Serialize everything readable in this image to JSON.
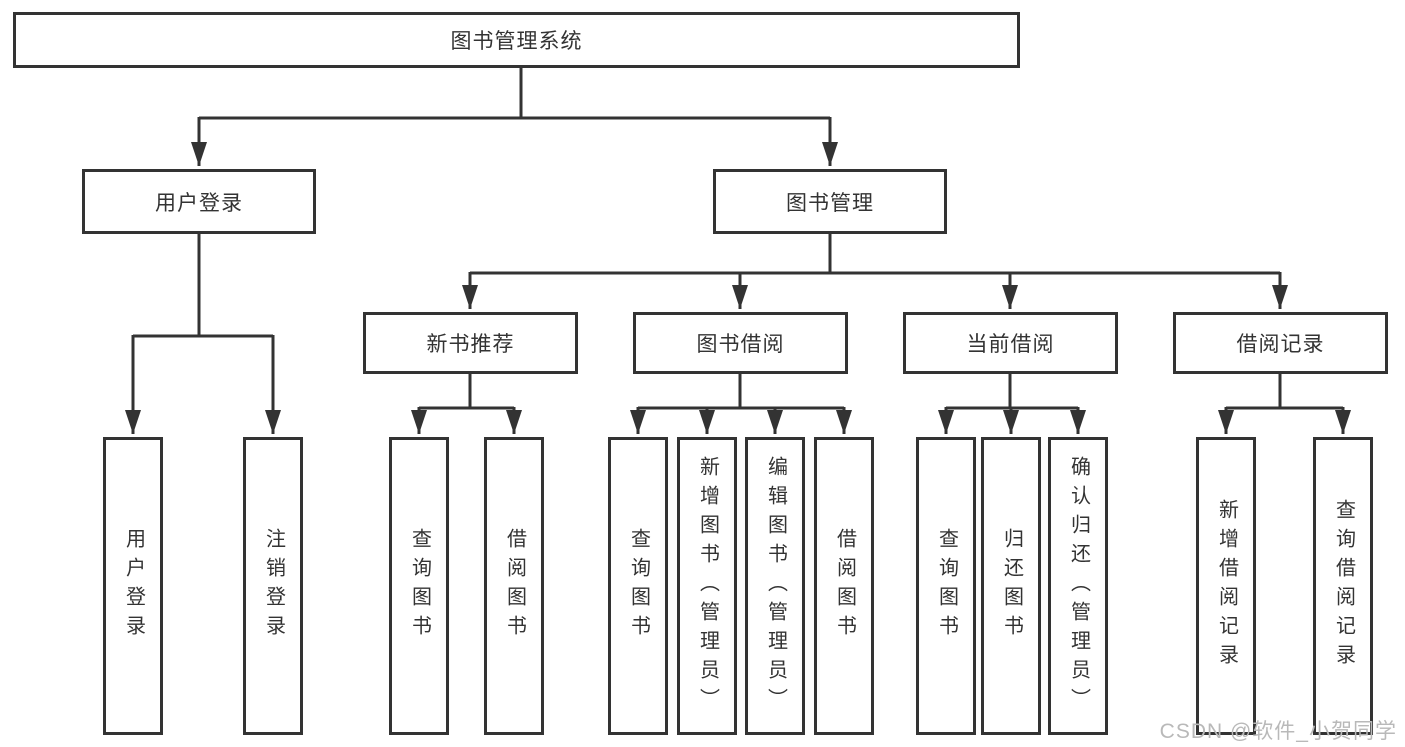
{
  "root_label": "图书管理系统",
  "level2": {
    "user_login": "用户登录",
    "book_management": "图书管理"
  },
  "level3": {
    "new_book_recommend": "新书推荐",
    "book_borrowing": "图书借阅",
    "current_borrowing": "当前借阅",
    "borrowing_records": "借阅记录"
  },
  "leaves": {
    "user_login": [
      "用户登录",
      "注销登录"
    ],
    "new_book_recommend": [
      "查询图书",
      "借阅图书"
    ],
    "book_borrowing": [
      "查询图书",
      "新增图书（管理员）",
      "编辑图书（管理员）",
      "借阅图书"
    ],
    "current_borrowing": [
      "查询图书",
      "归还图书",
      "确认归还（管理员）"
    ],
    "borrowing_records": [
      "新增借阅记录",
      "查询借阅记录"
    ]
  },
  "watermark": "CSDN @软件_小贺同学",
  "colors": {
    "line": "#333333",
    "text": "#333333",
    "background": "#ffffff",
    "watermark": "#b9b9b9"
  }
}
